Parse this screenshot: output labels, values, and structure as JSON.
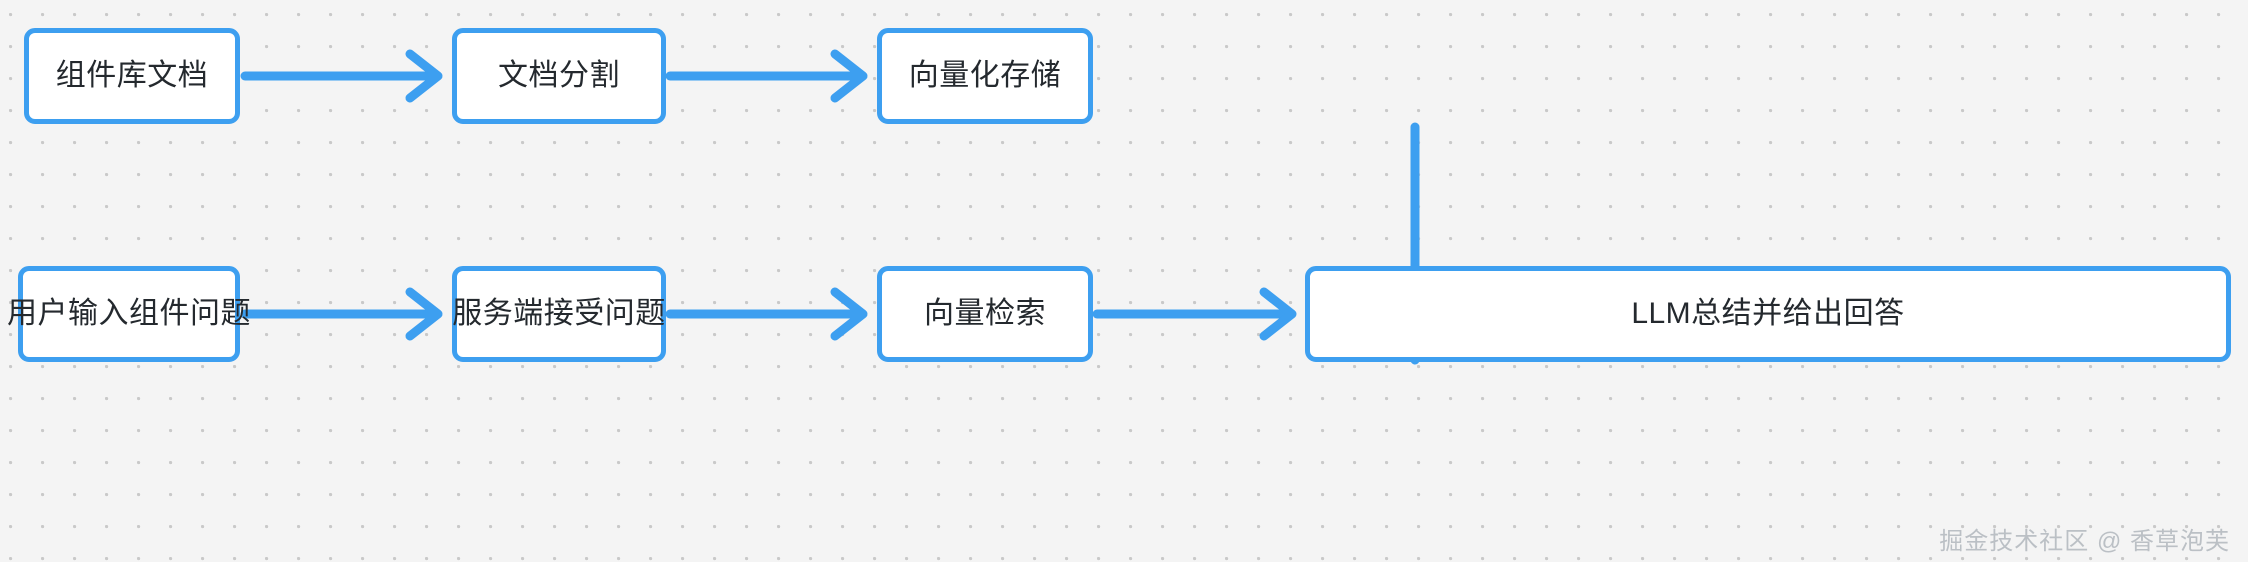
{
  "diagram": {
    "title": "RAG component-library Q&A flow",
    "accent_color": "#3d9ff0",
    "canvas_background": "#f4f4f4",
    "grid_dot_color": "#c9c9c9",
    "node_text_color": "#24292e",
    "node_fill": "#ffffff",
    "nodes": [
      {
        "id": "doc-source",
        "label": "组件库文档",
        "row": "top",
        "col": 1
      },
      {
        "id": "doc-split",
        "label": "文档分割",
        "row": "top",
        "col": 2
      },
      {
        "id": "vector-store",
        "label": "向量化存储",
        "row": "top",
        "col": 3
      },
      {
        "id": "user-question",
        "label": "用户输入组件问题",
        "row": "bottom",
        "col": 1
      },
      {
        "id": "server-receive",
        "label": "服务端接受问题",
        "row": "bottom",
        "col": 2
      },
      {
        "id": "vector-search",
        "label": "向量检索",
        "row": "bottom",
        "col": 3
      },
      {
        "id": "llm-answer",
        "label": "LLM总结并给出回答",
        "row": "bottom",
        "col": 4
      }
    ],
    "edges": [
      {
        "id": "e1",
        "from": "doc-source",
        "to": "doc-split",
        "direction": "right"
      },
      {
        "id": "e2",
        "from": "doc-split",
        "to": "vector-store",
        "direction": "right"
      },
      {
        "id": "e3",
        "from": "vector-store",
        "to": "vector-search",
        "direction": "down"
      },
      {
        "id": "e4",
        "from": "user-question",
        "to": "server-receive",
        "direction": "right"
      },
      {
        "id": "e5",
        "from": "server-receive",
        "to": "vector-search",
        "direction": "right"
      },
      {
        "id": "e6",
        "from": "vector-search",
        "to": "llm-answer",
        "direction": "right"
      }
    ]
  },
  "watermark": {
    "text": "掘金技术社区 @ 香草泡芙"
  }
}
